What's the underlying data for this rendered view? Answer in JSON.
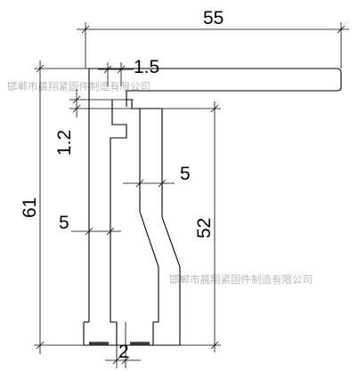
{
  "dimensions": {
    "overall_width": "55",
    "top_plate_thickness": "1.5",
    "step_height": "1.2",
    "leg_thickness_right": "5",
    "leg_thickness_left": "5",
    "inner_height": "52",
    "overall_height": "61",
    "base_gap": "2"
  },
  "watermarks": {
    "upper": "邯郸市晨翔紧固件制造有限公司",
    "lower": "邯郸市晨翔紧固件制造有限公司"
  }
}
